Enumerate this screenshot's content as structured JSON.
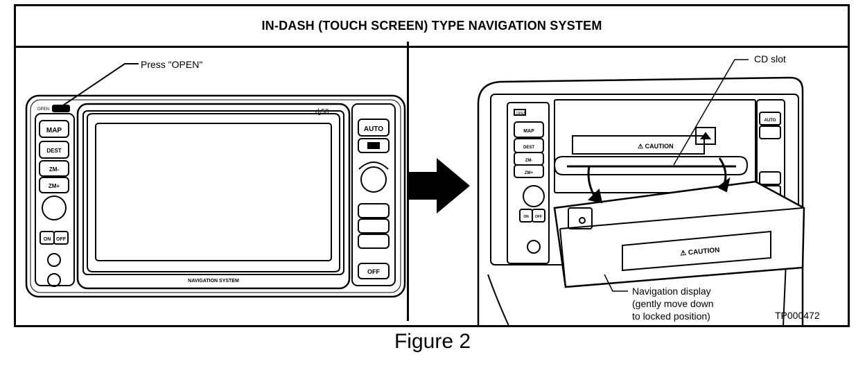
{
  "title": "IN-DASH (TOUCH SCREEN) TYPE NAVIGATION SYSTEM",
  "figure_caption": "Figure 2",
  "left_panel": {
    "callout_label": "Press \"OPEN\"",
    "unit": {
      "open_label": "OPEN",
      "logo_label": "ɖɟ50",
      "screen_bottom_label": "NAVIGATION SYSTEM",
      "left_buttons": [
        "MAP",
        "DEST",
        "ZM-",
        "ZM+"
      ],
      "on_label": "ON",
      "off_label": "OFF",
      "right_top_button": "AUTO",
      "right_bottom_button": "OFF"
    }
  },
  "right_panel": {
    "cd_slot_label": "CD slot",
    "caution_upper": "⚠ CAUTION",
    "caution_lower": "⚠ CAUTION",
    "display_label_lines": [
      "Navigation display",
      "(gently move down",
      "to locked position)"
    ],
    "part_number": "TP000472",
    "side_labels": {
      "open": "OPEN",
      "map": "MAP",
      "dest": "DEST",
      "zm_minus": "ZM-",
      "zm_plus": "ZM+",
      "on": "ON",
      "off": "OFF",
      "auto": "AUTO"
    }
  }
}
